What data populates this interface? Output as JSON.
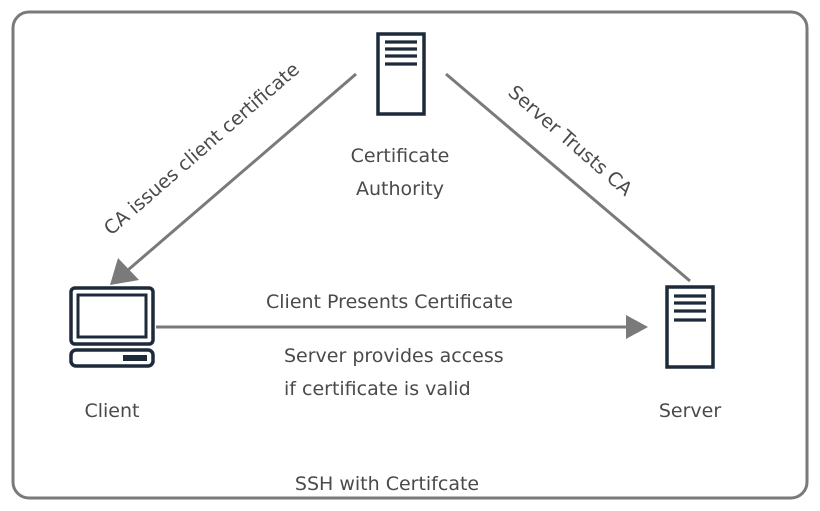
{
  "diagram": {
    "title": "SSH with Certifcate",
    "nodes": {
      "ca": {
        "label_line1": "Certificate",
        "label_line2": "Authority",
        "icon": "server-icon"
      },
      "client": {
        "label": "Client",
        "icon": "computer-icon"
      },
      "server": {
        "label": "Server",
        "icon": "server-icon"
      }
    },
    "edges": {
      "ca_to_client": {
        "label": "CA issues client certificate"
      },
      "server_to_ca": {
        "label": "Server Trusts CA"
      },
      "client_to_server": {
        "label_above": "Client Presents Certificate",
        "label_below_line1": "Server provides access",
        "label_below_line2": "if certificate is valid"
      }
    },
    "colors": {
      "frame": "#7a7a7a",
      "arrow": "#7a7a7a",
      "icon_stroke": "#1c2a3a",
      "text": "#4a4a4a"
    }
  }
}
